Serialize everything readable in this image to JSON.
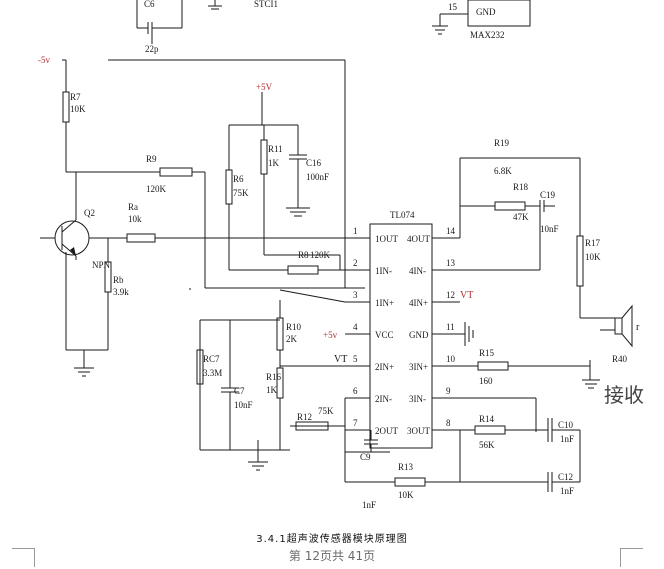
{
  "schematic": {
    "top": {
      "c6": "C6",
      "c6_val": "22p",
      "partial_label": "STCI1",
      "max_pin": "15",
      "max_gnd": "GND",
      "max_name": "MAX232"
    },
    "supply": {
      "neg": "-5v",
      "pos": "+5V",
      "vcc_in": "+5v"
    },
    "resistors": {
      "r7": "R7",
      "r7_val": "10K",
      "r9": "R9",
      "r9_val": "120K",
      "ra": "Ra",
      "ra_val": "10k",
      "rb": "Rb",
      "rb_val": "3.9k",
      "r6": "R6",
      "r6_val": "75K",
      "r11": "R11",
      "r11_val": "1K",
      "r8": "R8",
      "r8_val": "120K",
      "r10": "R10",
      "r10_val": "2K",
      "r16": "R16",
      "r16_val": "1K",
      "r12": "R12",
      "r12_val": "75K",
      "r13": "R13",
      "r13_val": "10K",
      "r14": "R14",
      "r14_val": "56K",
      "r15": "R15",
      "r15_val": "160",
      "r17": "R17",
      "r17_val": "10K",
      "r18": "R18",
      "r18_val": "47K",
      "r19": "R19",
      "r19_val": "6.8K",
      "rc7": "RC7",
      "rc7_val": "3.3M",
      "r40": "R40"
    },
    "capacitors": {
      "c16": "C16",
      "c16_val": "100nF",
      "c7": "C7",
      "c7_val": "10nF",
      "c9": "C9",
      "c9_val": "1nF",
      "c10": "C10",
      "c10_val": "1nF",
      "c12": "C12",
      "c12_val": "1nF",
      "c19": "C19",
      "c19_val": "10nF"
    },
    "transistor": {
      "name": "Q2",
      "type": "NPN"
    },
    "ic": {
      "name": "TL074",
      "left_pins": [
        {
          "num": "1",
          "label": "1OUT"
        },
        {
          "num": "2",
          "label": "1IN-"
        },
        {
          "num": "3",
          "label": "1IN+"
        },
        {
          "num": "4",
          "label": "VCC"
        },
        {
          "num": "5",
          "label": "2IN+"
        },
        {
          "num": "6",
          "label": "2IN-"
        },
        {
          "num": "7",
          "label": "2OUT"
        }
      ],
      "right_pins": [
        {
          "num": "14",
          "label": "4OUT"
        },
        {
          "num": "13",
          "label": "4IN-"
        },
        {
          "num": "12",
          "label": "4IN+"
        },
        {
          "num": "11",
          "label": "GND"
        },
        {
          "num": "10",
          "label": "3IN+"
        },
        {
          "num": "9",
          "label": "3IN-"
        },
        {
          "num": "8",
          "label": "3OUT"
        }
      ]
    },
    "vt_left": "VT",
    "vt_right": "VT",
    "speaker_label": "r",
    "receive_label": "接收"
  },
  "caption": "3.4.1超声波传感器模块原理图",
  "page_number": "第 12页共 41页"
}
